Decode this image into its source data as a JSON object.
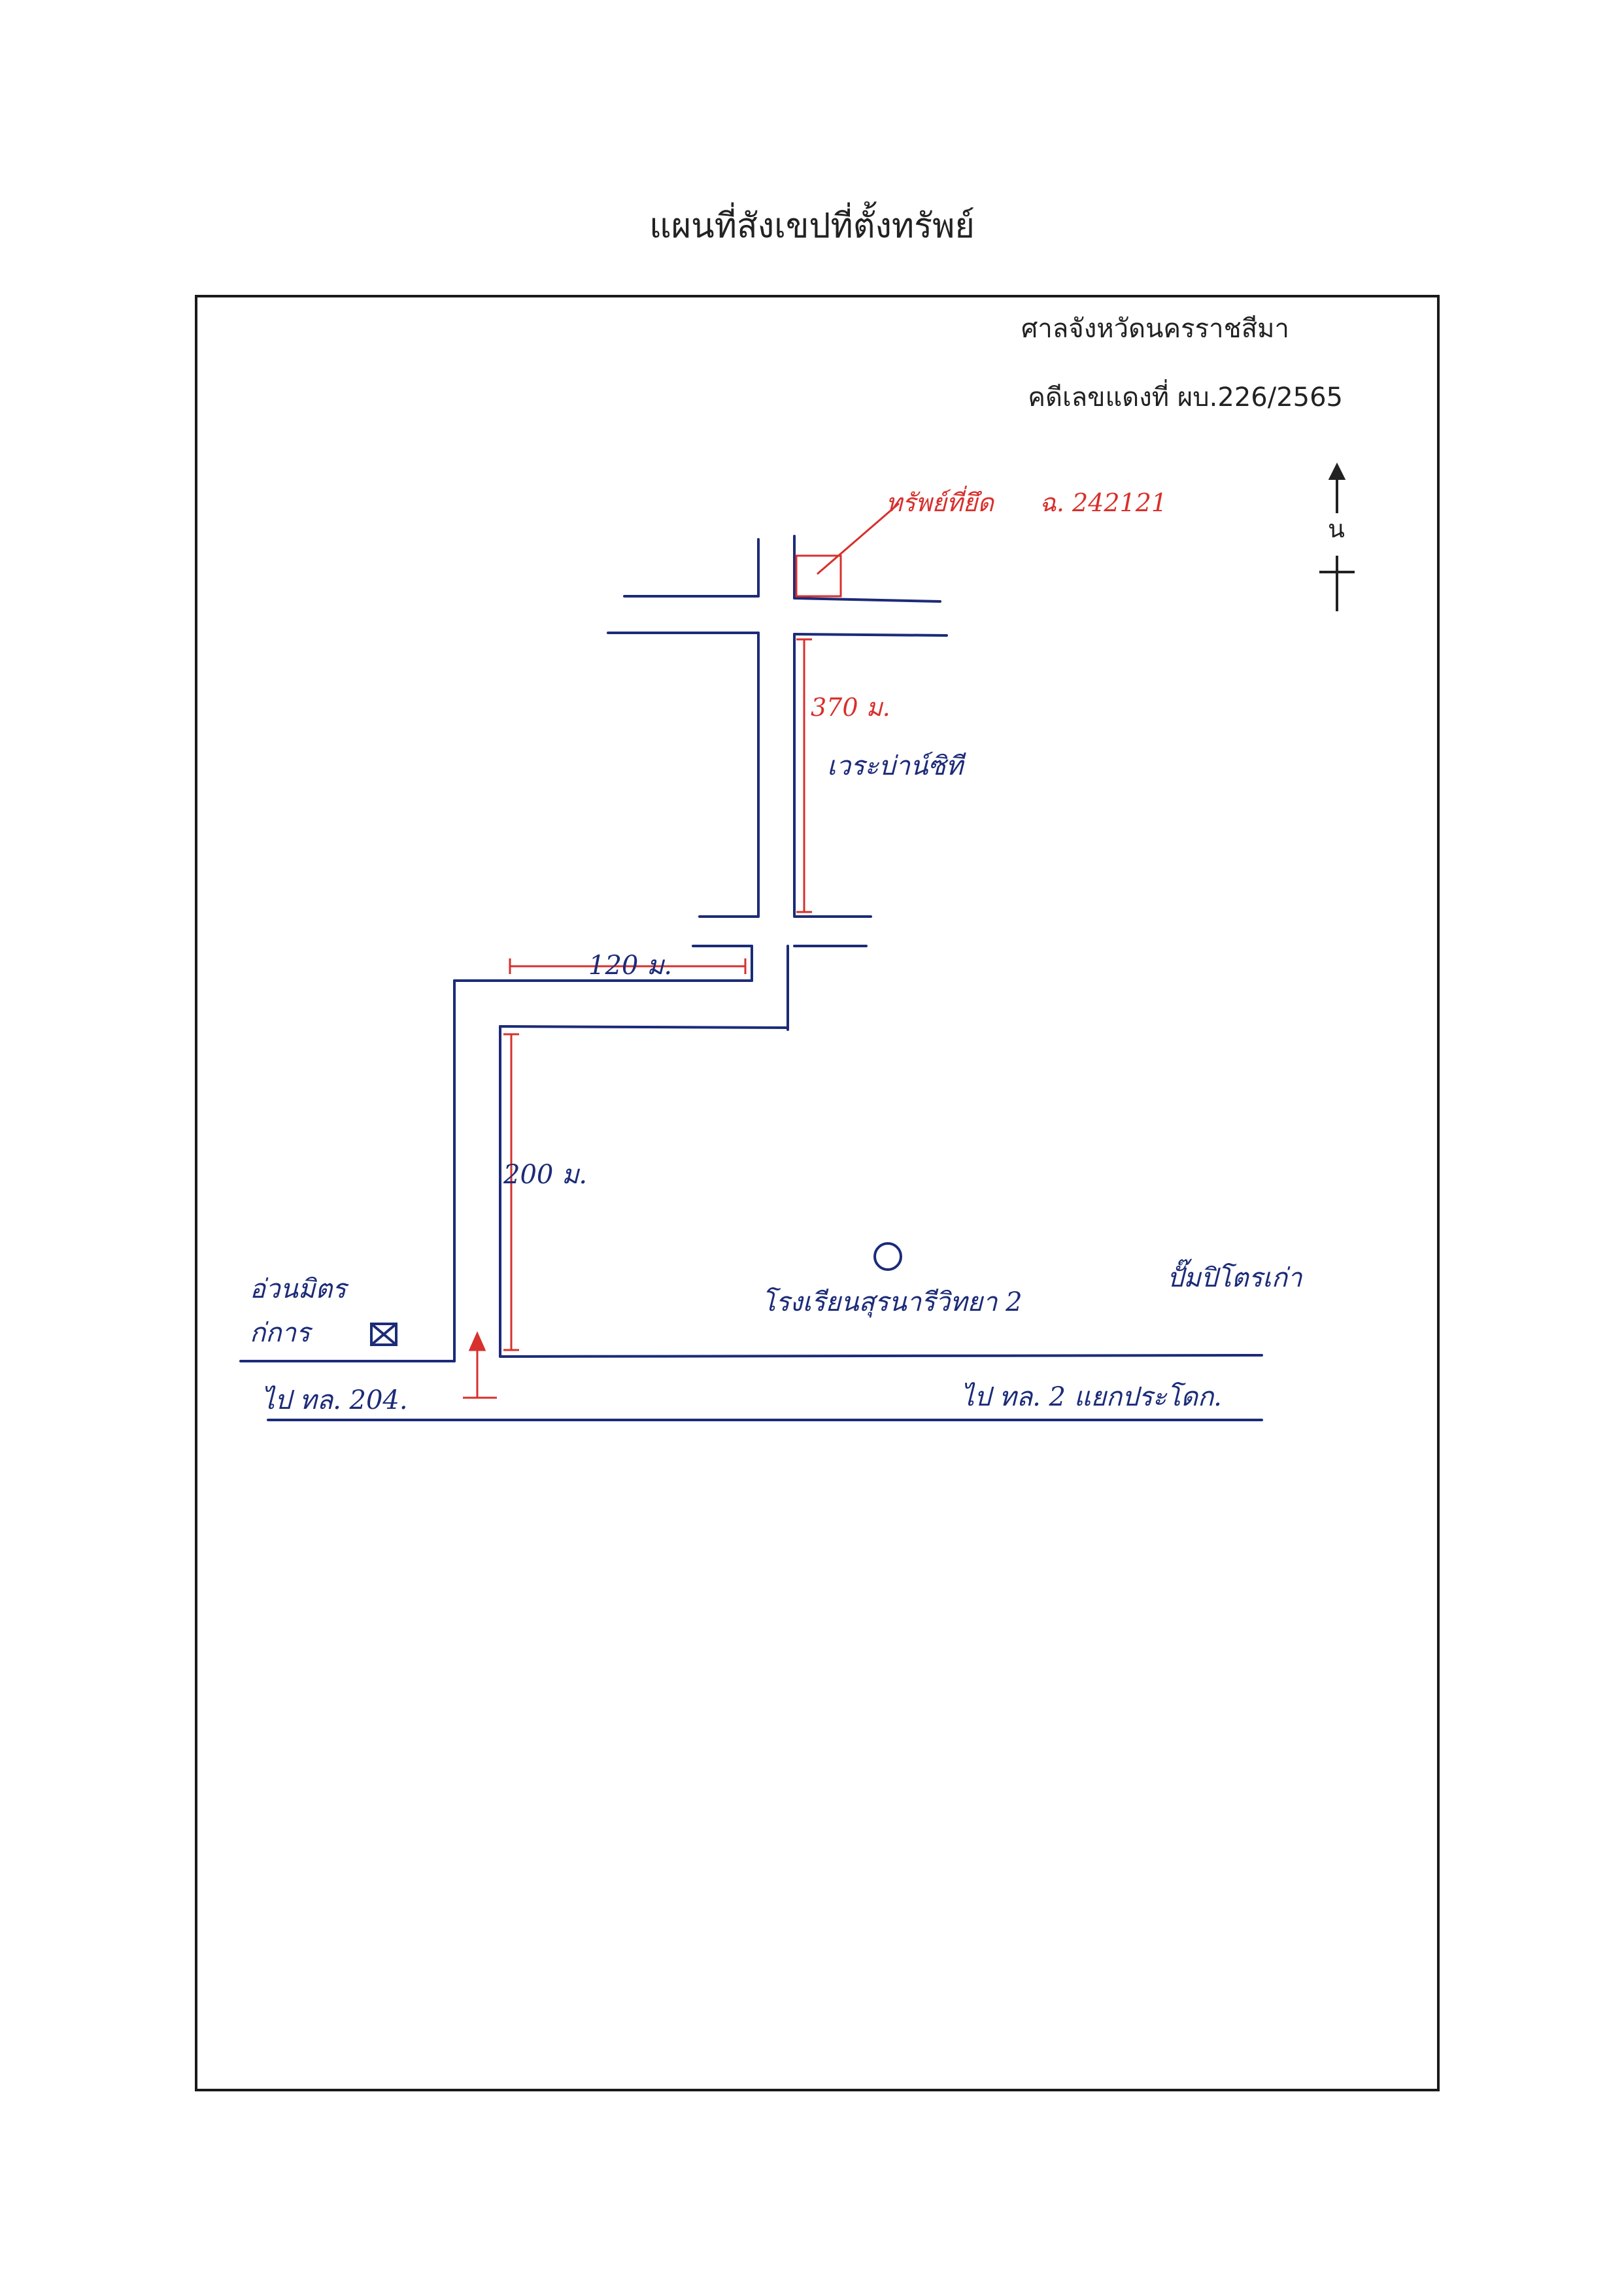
{
  "header": {
    "title": "แผนที่สังเขปที่ตั้งทรัพย์",
    "court": "ศาลจังหวัดนครราชสีมา",
    "case_number": "คดีเลขแดงที่ ผบ.226/2565"
  },
  "map": {
    "north_label": "น",
    "labels": {
      "property": "ทรัพย์ที่ยึด",
      "property_deed": "ฉ. 242121",
      "distance_top": "370 ม.",
      "soi": "เวระบ่าน์ซิที",
      "distance_mid": "120 ม.",
      "distance_side": "200 ม.",
      "landmark_left_line1": "อ่วนมิตร",
      "landmark_left_line2": "ก่การ",
      "school": "โรงเรียนสุรนารีวิทยา 2",
      "landmark_right": "ปั๊มปิโตรเก่า",
      "road_left": "ไป ทล. 204.",
      "road_right": "ไป ทล. 2 แยกประโดก."
    },
    "colors": {
      "roads": "#1c2b78",
      "annotations": "#d8302c"
    }
  }
}
